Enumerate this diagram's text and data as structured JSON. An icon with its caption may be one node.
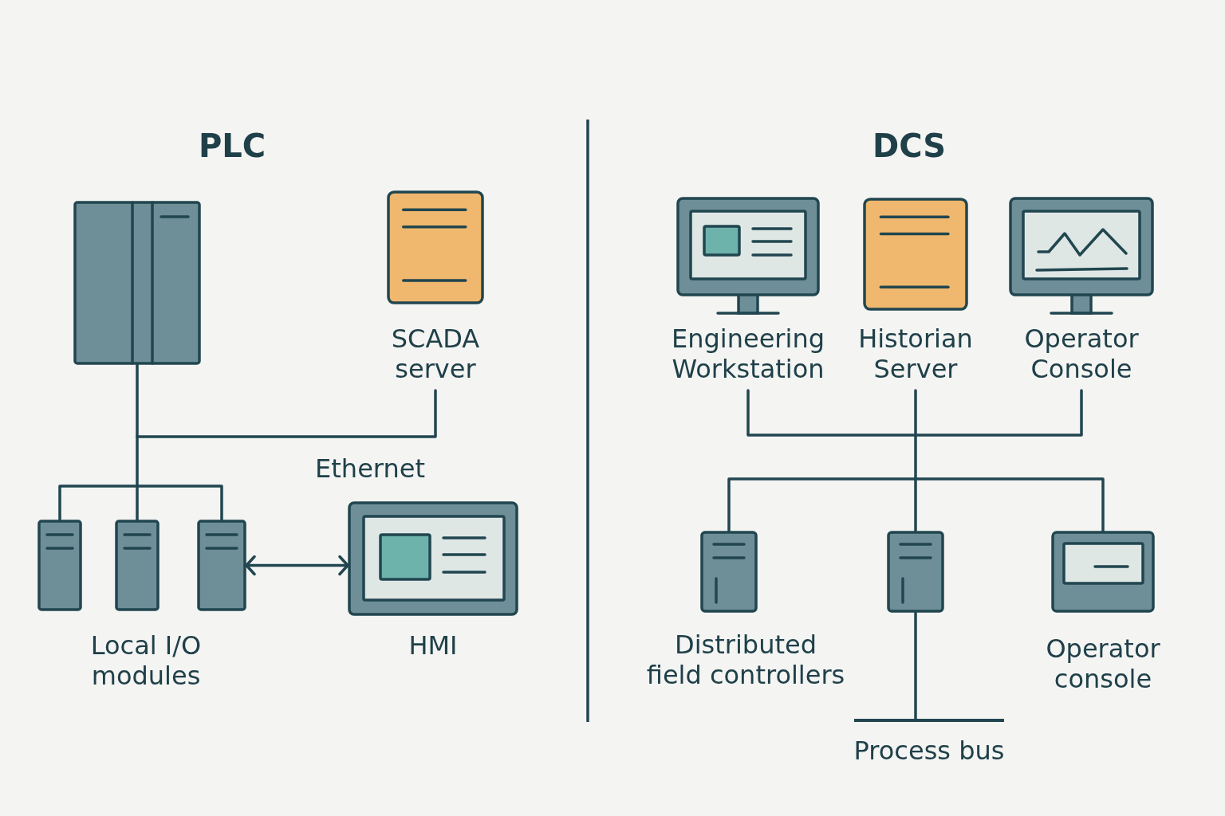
{
  "diagram": {
    "nodes": [
      {
        "text": [],
        "shape": "box"
      },
      {
        "text": [
          "SCADA server"
        ]
      },
      {
        "text": [],
        "shape": "box"
      },
      {
        "text": [],
        "shape": "box"
      },
      {
        "text": [],
        "shape": "box"
      },
      {
        "text": [
          "HMI"
        ]
      },
      {
        "text": [
          "Engineering Workstation"
        ]
      },
      {
        "text": [
          "Historian Server"
        ]
      },
      {
        "text": [
          "Operator Console"
        ]
      },
      {
        "text": [],
        "shape": "box"
      },
      {
        "text": [],
        "shape": "box"
      },
      {
        "text": [
          "Operator console"
        ]
      },
      {
        "text": [
          "Process bus"
        ]
      }
    ],
    "edges": [
      {
        "from": 0,
        "to": 1,
        "arrow": "none"
      },
      {
        "from": 0,
        "to": 2,
        "arrow": "none"
      },
      {
        "from": 0,
        "to": 3,
        "arrow": "none"
      },
      {
        "from": 0,
        "to": 4,
        "arrow": "none"
      },
      {
        "from": 4,
        "to": 5,
        "arrow": "both"
      },
      {
        "from": 6,
        "to": 9,
        "arrow": "none"
      },
      {
        "from": 6,
        "to": 10,
        "arrow": "none"
      },
      {
        "from": 6,
        "to": 11,
        "arrow": "none"
      },
      {
        "from": 7,
        "to": 9,
        "arrow": "none"
      },
      {
        "from": 7,
        "to": 10,
        "arrow": "none"
      },
      {
        "from": 7,
        "to": 11,
        "arrow": "none"
      },
      {
        "from": 8,
        "to": 9,
        "arrow": "none"
      },
      {
        "from": 8,
        "to": 10,
        "arrow": "none"
      },
      {
        "from": 8,
        "to": 11,
        "arrow": "none"
      },
      {
        "from": 10,
        "to": 12,
        "arrow": "none"
      }
    ],
    "labels": [
      "PLC",
      "DCS",
      "Ethernet",
      "Local I/O modules",
      "Distributed field controllers"
    ]
  }
}
